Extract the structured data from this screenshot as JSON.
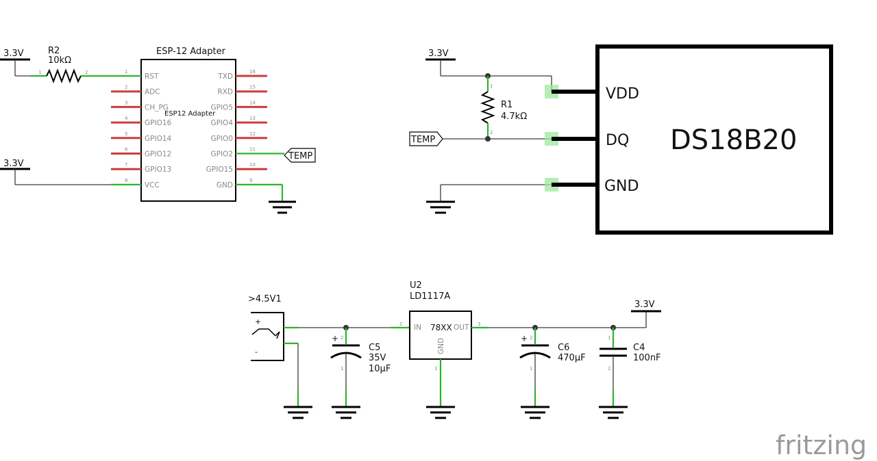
{
  "power_labels": {
    "v33": "3.3V",
    "vin": ">4.5V1"
  },
  "adapter": {
    "title": "ESP-12 Adapter",
    "body_label": "ESP12 Adapter",
    "left_pins": [
      {
        "num": "1",
        "name": "RST"
      },
      {
        "num": "2",
        "name": "ADC"
      },
      {
        "num": "3",
        "name": "CH_PG"
      },
      {
        "num": "4",
        "name": "GPIO16"
      },
      {
        "num": "5",
        "name": "GPIO14"
      },
      {
        "num": "6",
        "name": "GPIO12"
      },
      {
        "num": "7",
        "name": "GPIO13"
      },
      {
        "num": "8",
        "name": "VCC"
      }
    ],
    "right_pins": [
      {
        "num": "16",
        "name": "TXD"
      },
      {
        "num": "15",
        "name": "RXD"
      },
      {
        "num": "14",
        "name": "GPIO5"
      },
      {
        "num": "13",
        "name": "GPIO4"
      },
      {
        "num": "12",
        "name": "GPIO0"
      },
      {
        "num": "11",
        "name": "GPIO2"
      },
      {
        "num": "10",
        "name": "GPIO15"
      },
      {
        "num": "9",
        "name": "GND"
      }
    ]
  },
  "r2": {
    "ref": "R2",
    "value": "10kΩ",
    "pin1": "1",
    "pin2": "2"
  },
  "r1": {
    "ref": "R1",
    "value": "4.7kΩ",
    "pin1": "1",
    "pin2": "2"
  },
  "net_temp": "TEMP",
  "sensor": {
    "name": "DS18B20",
    "pins": [
      "VDD",
      "DQ",
      "GND"
    ]
  },
  "regulator": {
    "ref": "U2",
    "part": "LD1117A",
    "body": "78XX",
    "in_label": "IN",
    "out_label": "OUT",
    "gnd_label": "GND",
    "in_num": "2",
    "out_num": "3",
    "gnd_num": "1"
  },
  "jack": {
    "plus": "+",
    "minus": "-"
  },
  "c5": {
    "ref": "C5",
    "voltage": "35V",
    "value": "10µF",
    "pin_top": "2",
    "pin_bot": "1"
  },
  "c6": {
    "ref": "C6",
    "value": "470µF",
    "pin_top": "2",
    "pin_bot": "1"
  },
  "c4": {
    "ref": "C4",
    "value": "100nF",
    "pin_top": "1",
    "pin_bot": "2"
  },
  "polarity": "+",
  "logo": "fritzing"
}
